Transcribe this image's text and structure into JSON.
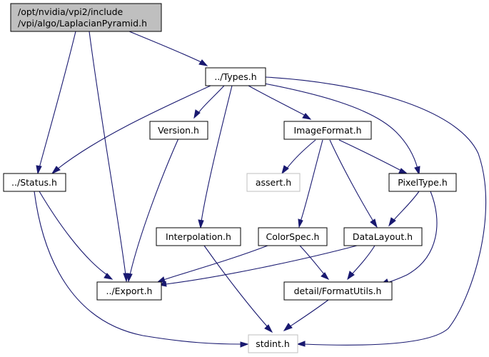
{
  "nodes": {
    "laplacian": {
      "line1": "/opt/nvidia/vpi2/include",
      "line2": "/vpi/algo/LaplacianPyramid.h"
    },
    "types": "../Types.h",
    "version": "Version.h",
    "imageformat": "ImageFormat.h",
    "status": "../Status.h",
    "assert": "assert.h",
    "pixeltype": "PixelType.h",
    "interpolation": "Interpolation.h",
    "colorspec": "ColorSpec.h",
    "datalayout": "DataLayout.h",
    "export": "../Export.h",
    "formatutils": "detail/FormatUtils.h",
    "stdint": "stdint.h"
  },
  "colors": {
    "edge": "#191970",
    "root_fill": "#bfbfbf",
    "external_border": "#bfbfbf"
  }
}
